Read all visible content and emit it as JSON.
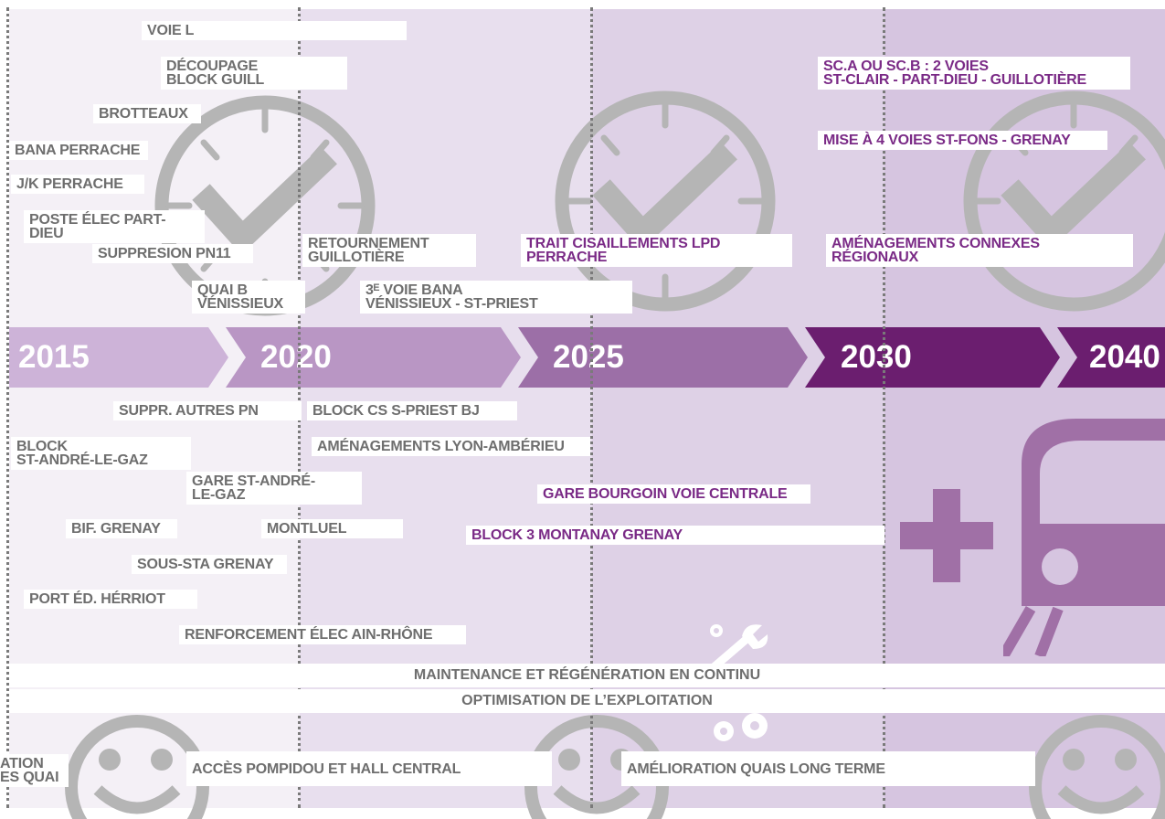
{
  "colors": {
    "era_2015_bg": "#f4f0f6",
    "era_2020_bg": "#e8dfee",
    "era_2025_bg": "#ded1e6",
    "era_2030_bg": "#d6c5e0",
    "arrow_2015": "#cdb3d8",
    "arrow_2020": "#b996c4",
    "arrow_2025": "#9c6fa7",
    "arrow_2030": "#6b1e6f",
    "label_gray": "#6e6e6e",
    "label_purple": "#7a2a86",
    "icon_gray": "#b5b5b5",
    "train_purple": "#a070a6"
  },
  "timeline": {
    "years": [
      "2015",
      "2020",
      "2025",
      "2030",
      "2040"
    ]
  },
  "labels_above": {
    "voie_l": "VOIE L",
    "decoupage": "DÉCOUPAGE\nBLOCK GUILL",
    "brotteaux": "BROTTEAUX",
    "bana_perrache": "BANA PERRACHE",
    "jk_perrache": "J/K PERRACHE",
    "poste_elec": "POSTE ÉLEC PART-DIEU",
    "suppresion_pn11": "SUPPRESION PN11",
    "retournement": "RETOURNEMENT\nGUILLOTIÈRE",
    "quai_b": "QUAI B\nVÉNISSIEUX",
    "troisieme_voie": "3ᴱ VOIE BANA\nVÉNISSIEUX - ST-PRIEST",
    "trait_cisaillements": "TRAIT CISAILLEMENTS LPD\nPERRACHE",
    "sca_scb": "SC.A OU SC.B : 2 VOIES\nST-CLAIR - PART-DIEU - GUILLOTIÈRE",
    "mise_4_voies": "MISE À 4 VOIES ST-FONS - GRENAY",
    "amenagements_connexes": "AMÉNAGEMENTS CONNEXES\nRÉGIONAUX"
  },
  "labels_below": {
    "suppr_autres_pn": "SUPPR. AUTRES PN",
    "block_cs": "BLOCK CS S-PRIEST BJ",
    "block_st_andre": "BLOCK\nST-ANDRÉ-LE-GAZ",
    "amenagements_lyon": "AMÉNAGEMENTS LYON-AMBÉRIEU",
    "gare_st_andre": "GARE ST-ANDRÉ-\nLE-GAZ",
    "gare_bourgoin": "GARE BOURGOIN VOIE CENTRALE",
    "bif_grenay": "BIF. GRENAY",
    "montluel": "MONTLUEL",
    "block_3_montanay": "BLOCK 3 MONTANAY GRENAY",
    "sous_sta": "SOUS-STA GRENAY",
    "port_ed": "PORT ÉD. HÉRRIOT",
    "renforcement": "RENFORCEMENT ÉLEC AIN-RHÔNE"
  },
  "bands": {
    "maintenance": "MAINTENANCE ET RÉGÉNÉRATION EN CONTINU",
    "optimisation": "OPTIMISATION DE L’EXPLOITATION"
  },
  "bottom": {
    "cut_label": "ATION\nES QUAI",
    "acces_pompidou": "ACCÈS POMPIDOU ET HALL CENTRAL",
    "amelioration_quais": "AMÉLIORATION QUAIS LONG TERME"
  },
  "icons": {
    "clock": "clock-check-icon",
    "smiley": "smiley-icon",
    "train": "train-icon",
    "plus": "plus-icon",
    "wrench": "wrench-icon",
    "gears": "gears-icon"
  }
}
